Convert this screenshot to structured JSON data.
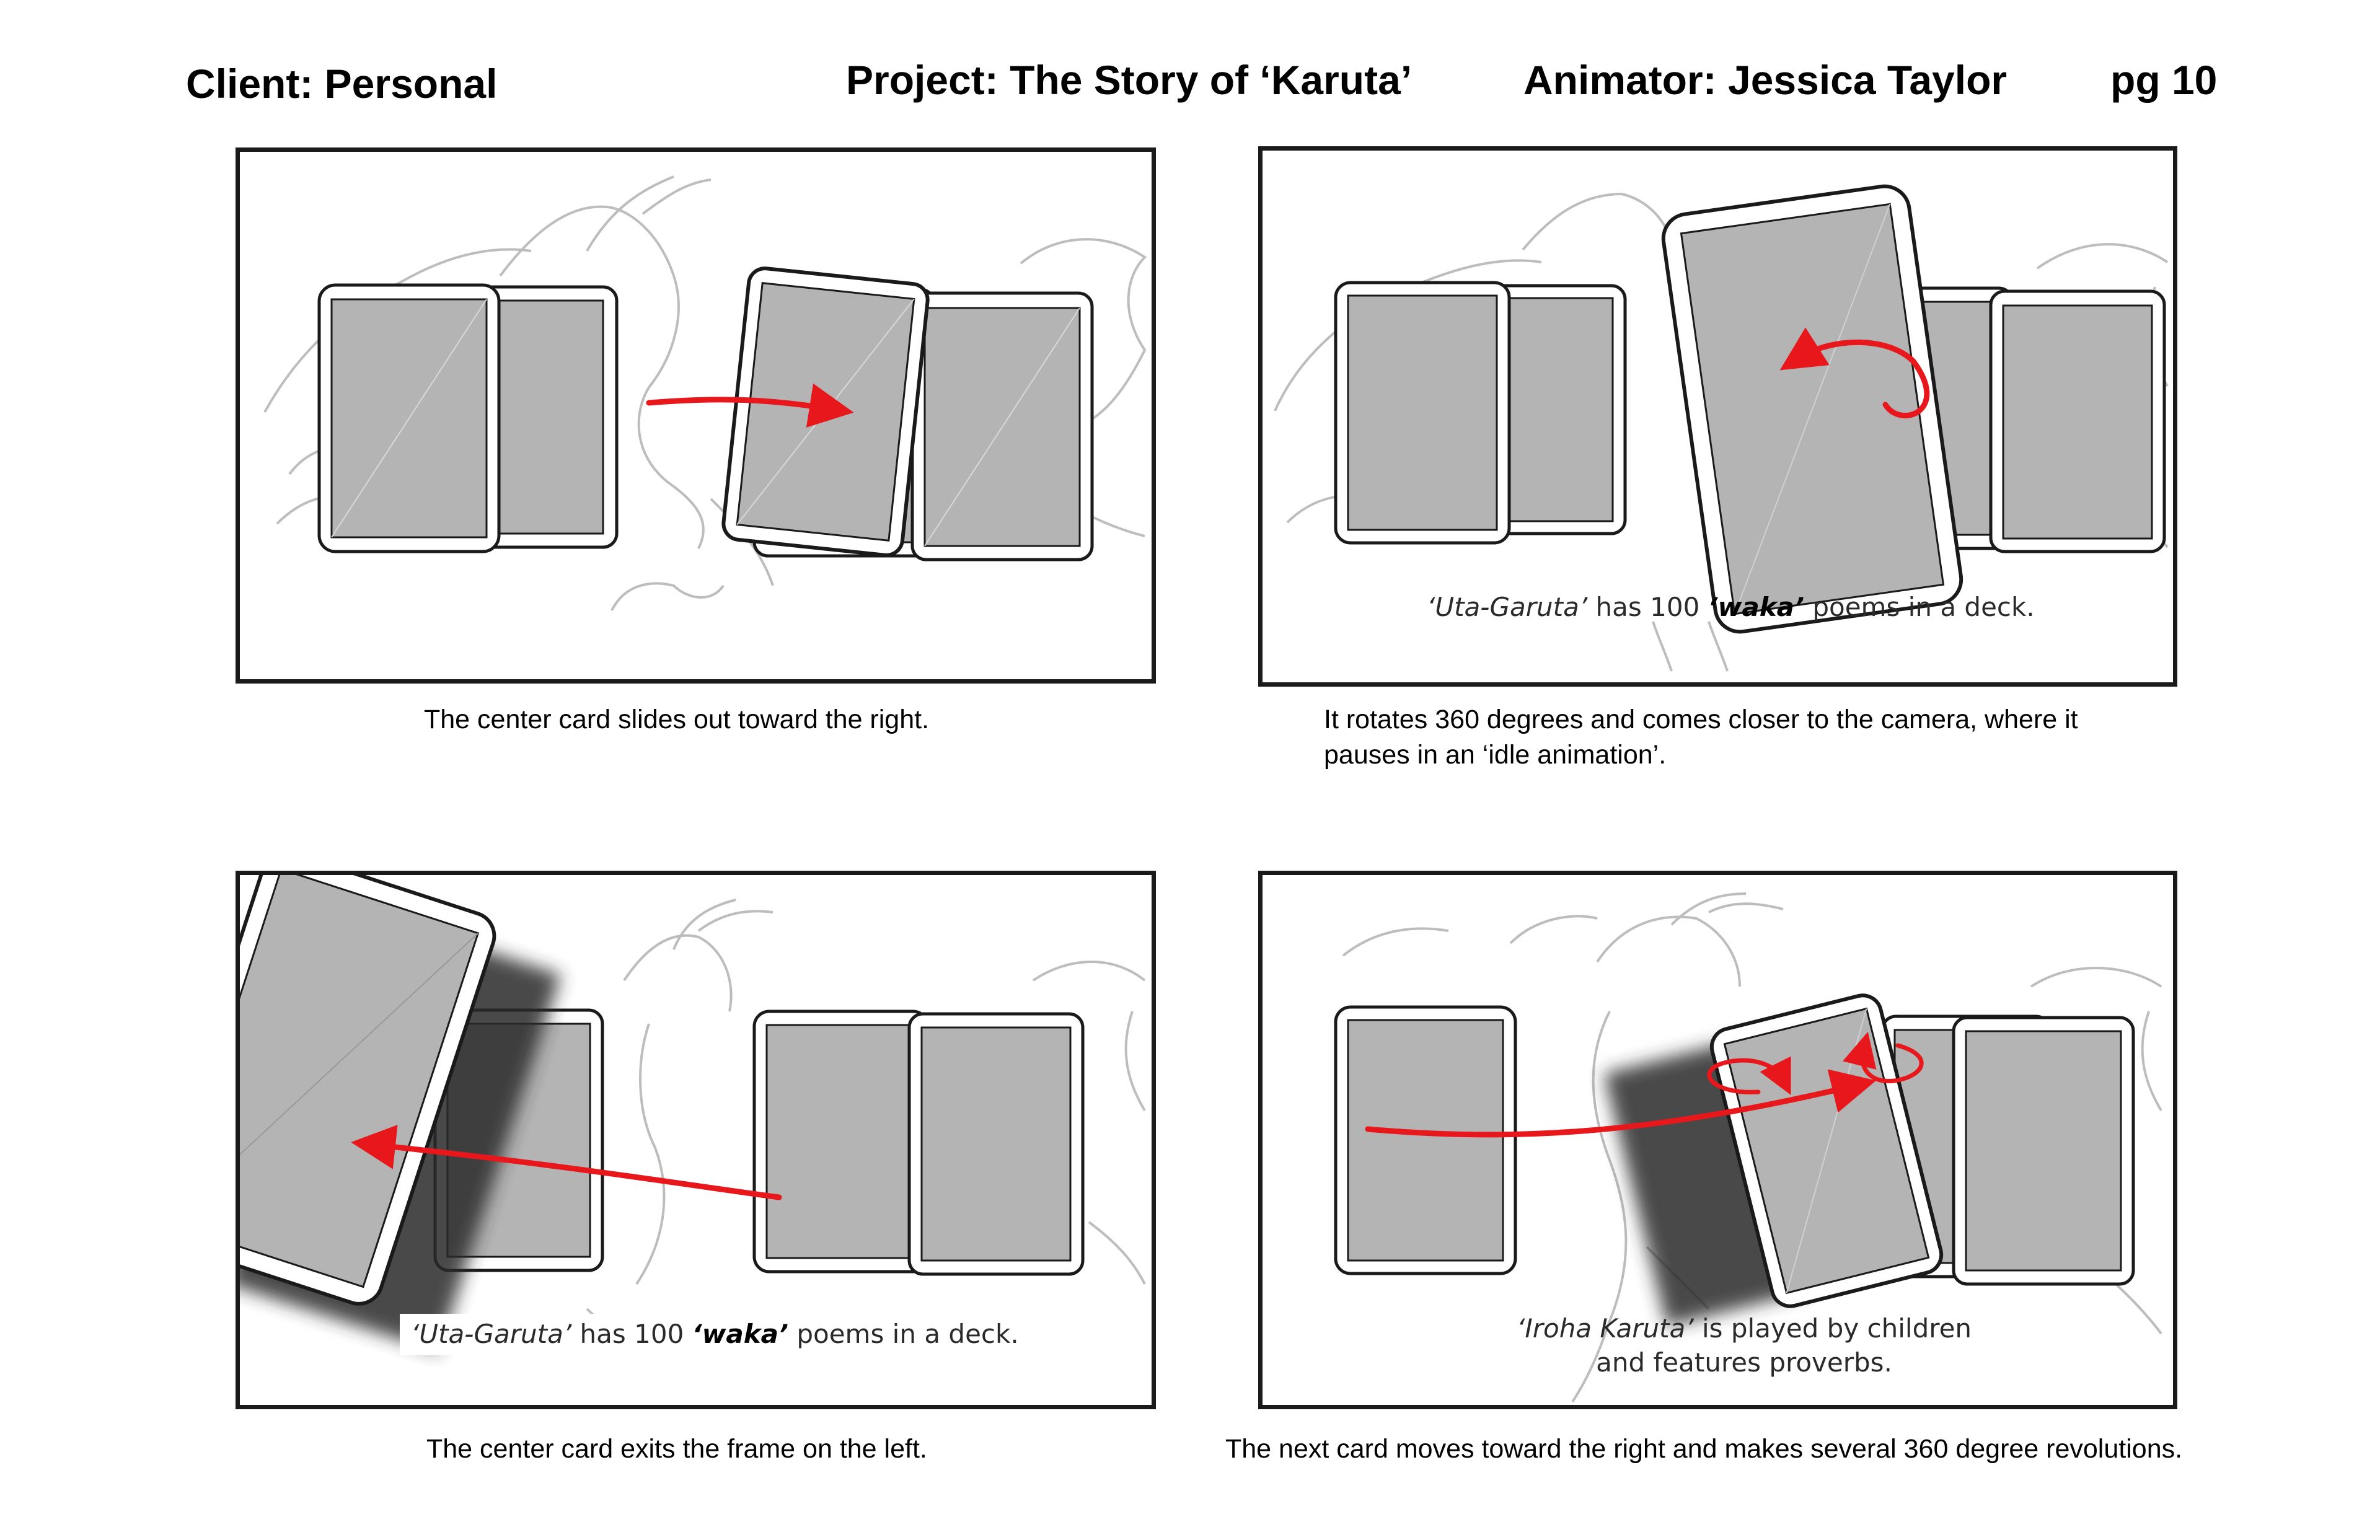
{
  "header": {
    "client": "Client: Personal",
    "project": "Project: The Story of ‘Karuta’",
    "animator": "Animator: Jessica Taylor",
    "page": "pg 10"
  },
  "panels": [
    {
      "caption": "The center card slides out toward the right."
    },
    {
      "caption_line1": "It rotates 360 degrees and comes closer to the camera, where it",
      "caption_line2": "pauses in an ‘idle animation’.",
      "overlay": {
        "part1": "‘Uta-Garuta’",
        "part2": " has 100 ",
        "part3": "‘waka’",
        "part4": " poems in a deck."
      }
    },
    {
      "caption": "The center card exits the frame on the left.",
      "overlay": {
        "part1": "‘Uta-Garuta’",
        "part2": " has 100 ",
        "part3": "‘waka’",
        "part4": " poems in a deck."
      }
    },
    {
      "caption": "The next card moves toward the right and makes several 360 degree revolutions.",
      "overlay": {
        "line1_part1": "‘Iroha Karuta’",
        "line1_part2": " is played by children",
        "line2": "and features proverbs."
      }
    }
  ],
  "colors": {
    "card_face": "#b4b4b4",
    "card_border": "#1a1a1a",
    "arrow": "#e8171b",
    "sketch": "#b8b8b8",
    "shadow": "#2a2a2a"
  }
}
